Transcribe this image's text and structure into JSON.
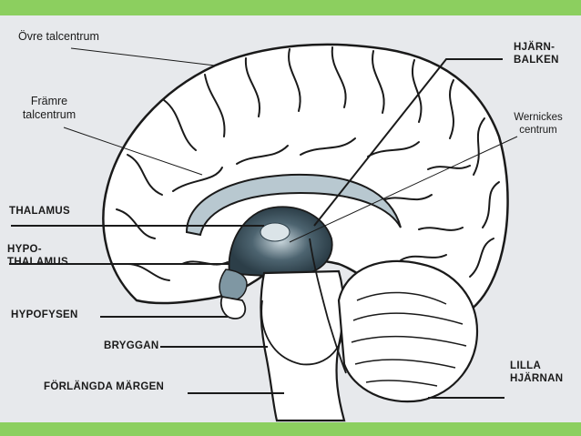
{
  "labels": {
    "ovre_talcentrum": "Övre talcentrum",
    "framre_talcentrum_line1": "Främre",
    "framre_talcentrum_line2": "talcentrum",
    "wernickes_line1": "Wernickes",
    "wernickes_line2": "centrum",
    "hjarnbalken_line1": "HJÄRN-",
    "hjarnbalken_line2": "BALKEN",
    "thalamus": "THALAMUS",
    "hypothalamus_line1": "HYPO-",
    "hypothalamus_line2": "THALAMUS",
    "hypofysen": "HYPOFYSEN",
    "bryggan": "BRYGGAN",
    "forlangda_margen": "FÖRLÄNGDA MÄRGEN",
    "lilla_hjarnan_line1": "LILLA",
    "lilla_hjarnan_line2": "HJÄRNAN"
  },
  "colors": {
    "band": "#8ccf5f",
    "panel": "#e7e9ec",
    "ink": "#1a1a1a",
    "brain_fill": "#ffffff",
    "shading": "#9fb2bd"
  }
}
